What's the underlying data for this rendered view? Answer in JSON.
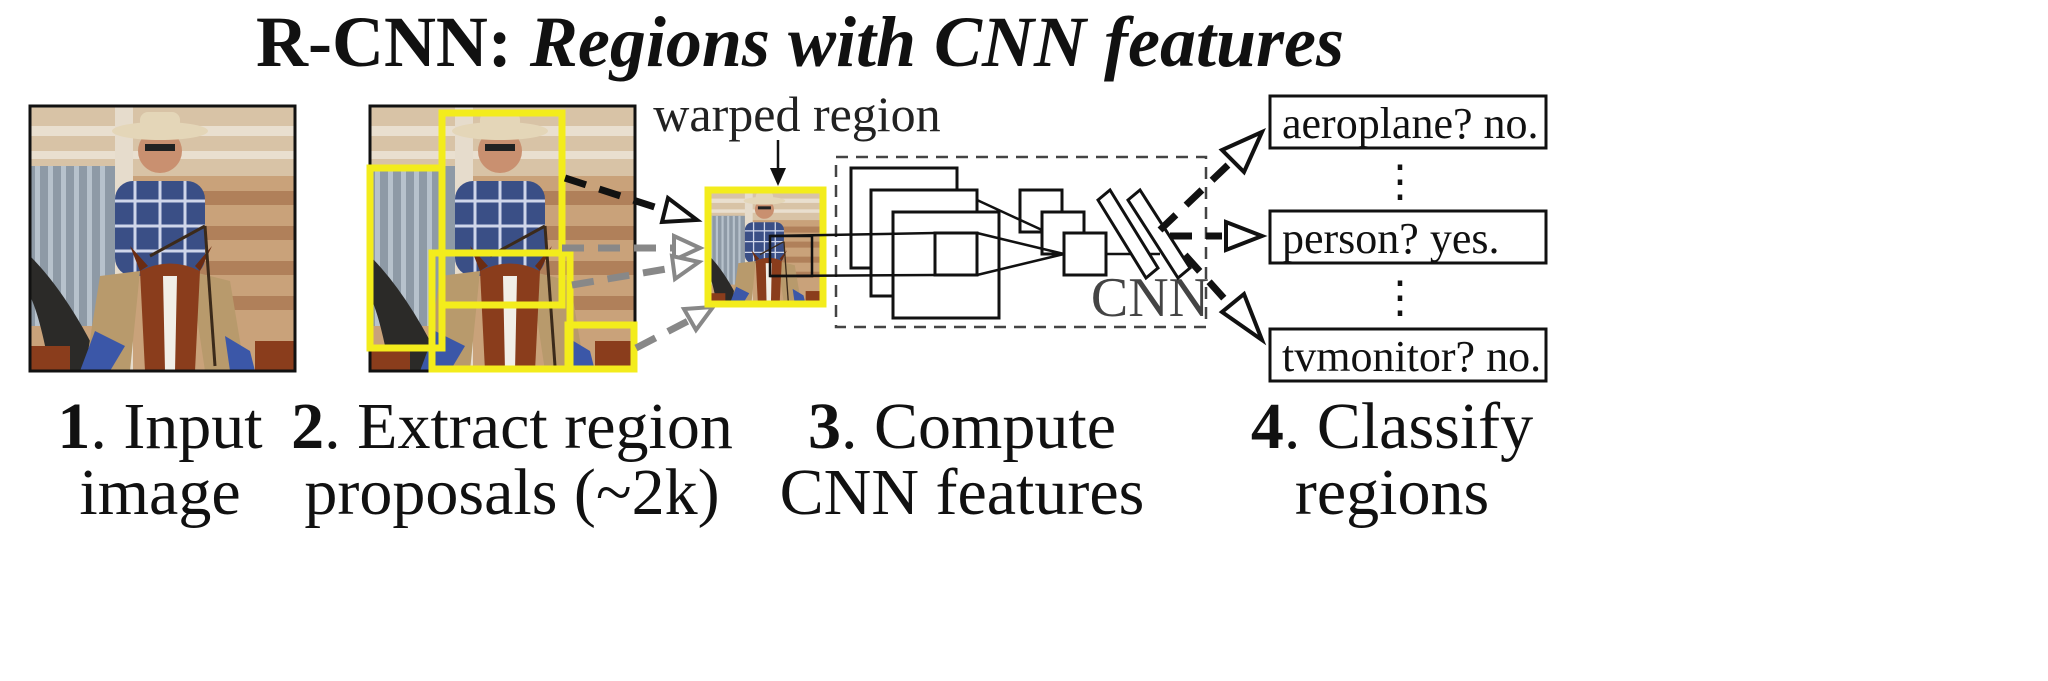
{
  "title": {
    "prefix": "R-CNN: ",
    "emphasis": "Regions with CNN features"
  },
  "labels": {
    "warped_region": "warped region",
    "cnn": "CNN"
  },
  "classifications": [
    {
      "text": "aeroplane? no."
    },
    {
      "text": "person? yes."
    },
    {
      "text": "tvmonitor? no."
    }
  ],
  "ellipsis": "⋮",
  "steps": [
    {
      "number": "1",
      "line1": ". Input",
      "line2": "image"
    },
    {
      "number": "2",
      "line1": ". Extract region",
      "line2": "proposals (~2k)"
    },
    {
      "number": "3",
      "line1": ". Compute",
      "line2": "CNN features"
    },
    {
      "number": "4",
      "line1": ". Classify",
      "line2": "regions"
    }
  ],
  "colors": {
    "proposal_box": "#f3ec1c",
    "arrow_primary": "#111111",
    "arrow_secondary": "#888888"
  }
}
